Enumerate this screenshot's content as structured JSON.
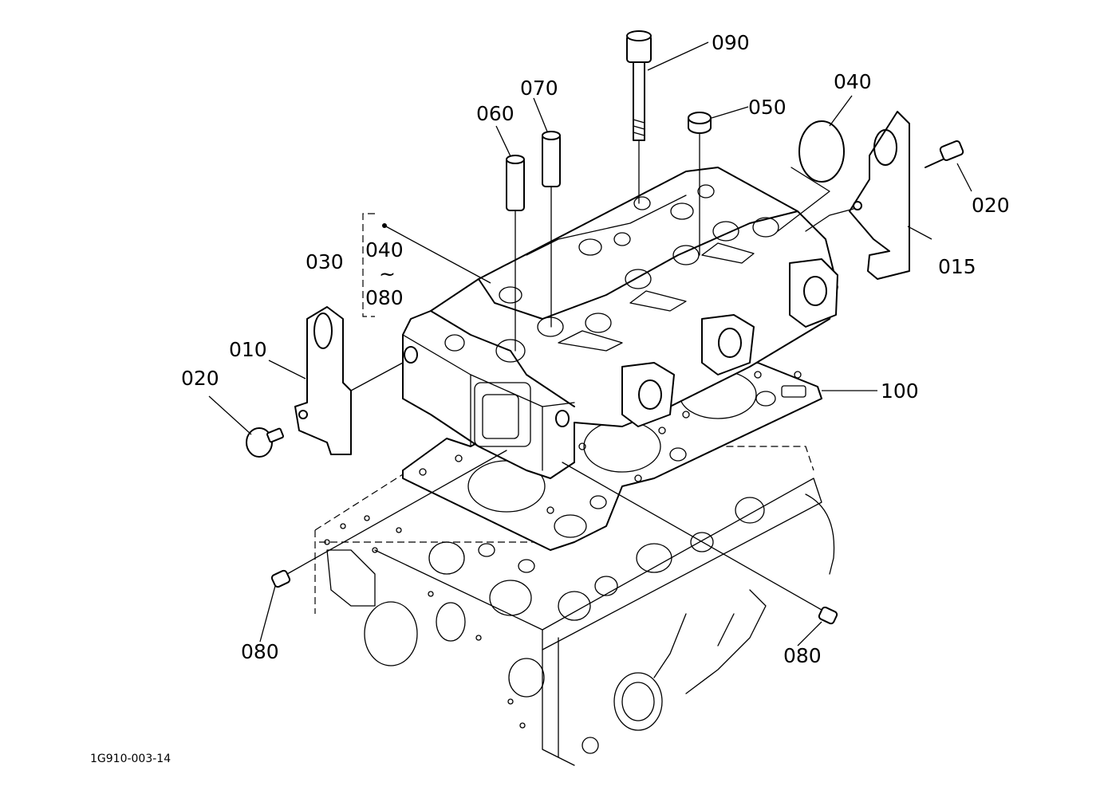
{
  "figure_id": "1G910-003-14",
  "callouts": {
    "c010": "010",
    "c015": "015",
    "c020_left": "020",
    "c020_right": "020",
    "c030": "030",
    "c040_group": "040",
    "c040_tilde": "~",
    "c080_group": "080",
    "c040": "040",
    "c050": "050",
    "c060": "060",
    "c070": "070",
    "c080_left": "080",
    "c080_right": "080",
    "c090": "090",
    "c100": "100"
  }
}
